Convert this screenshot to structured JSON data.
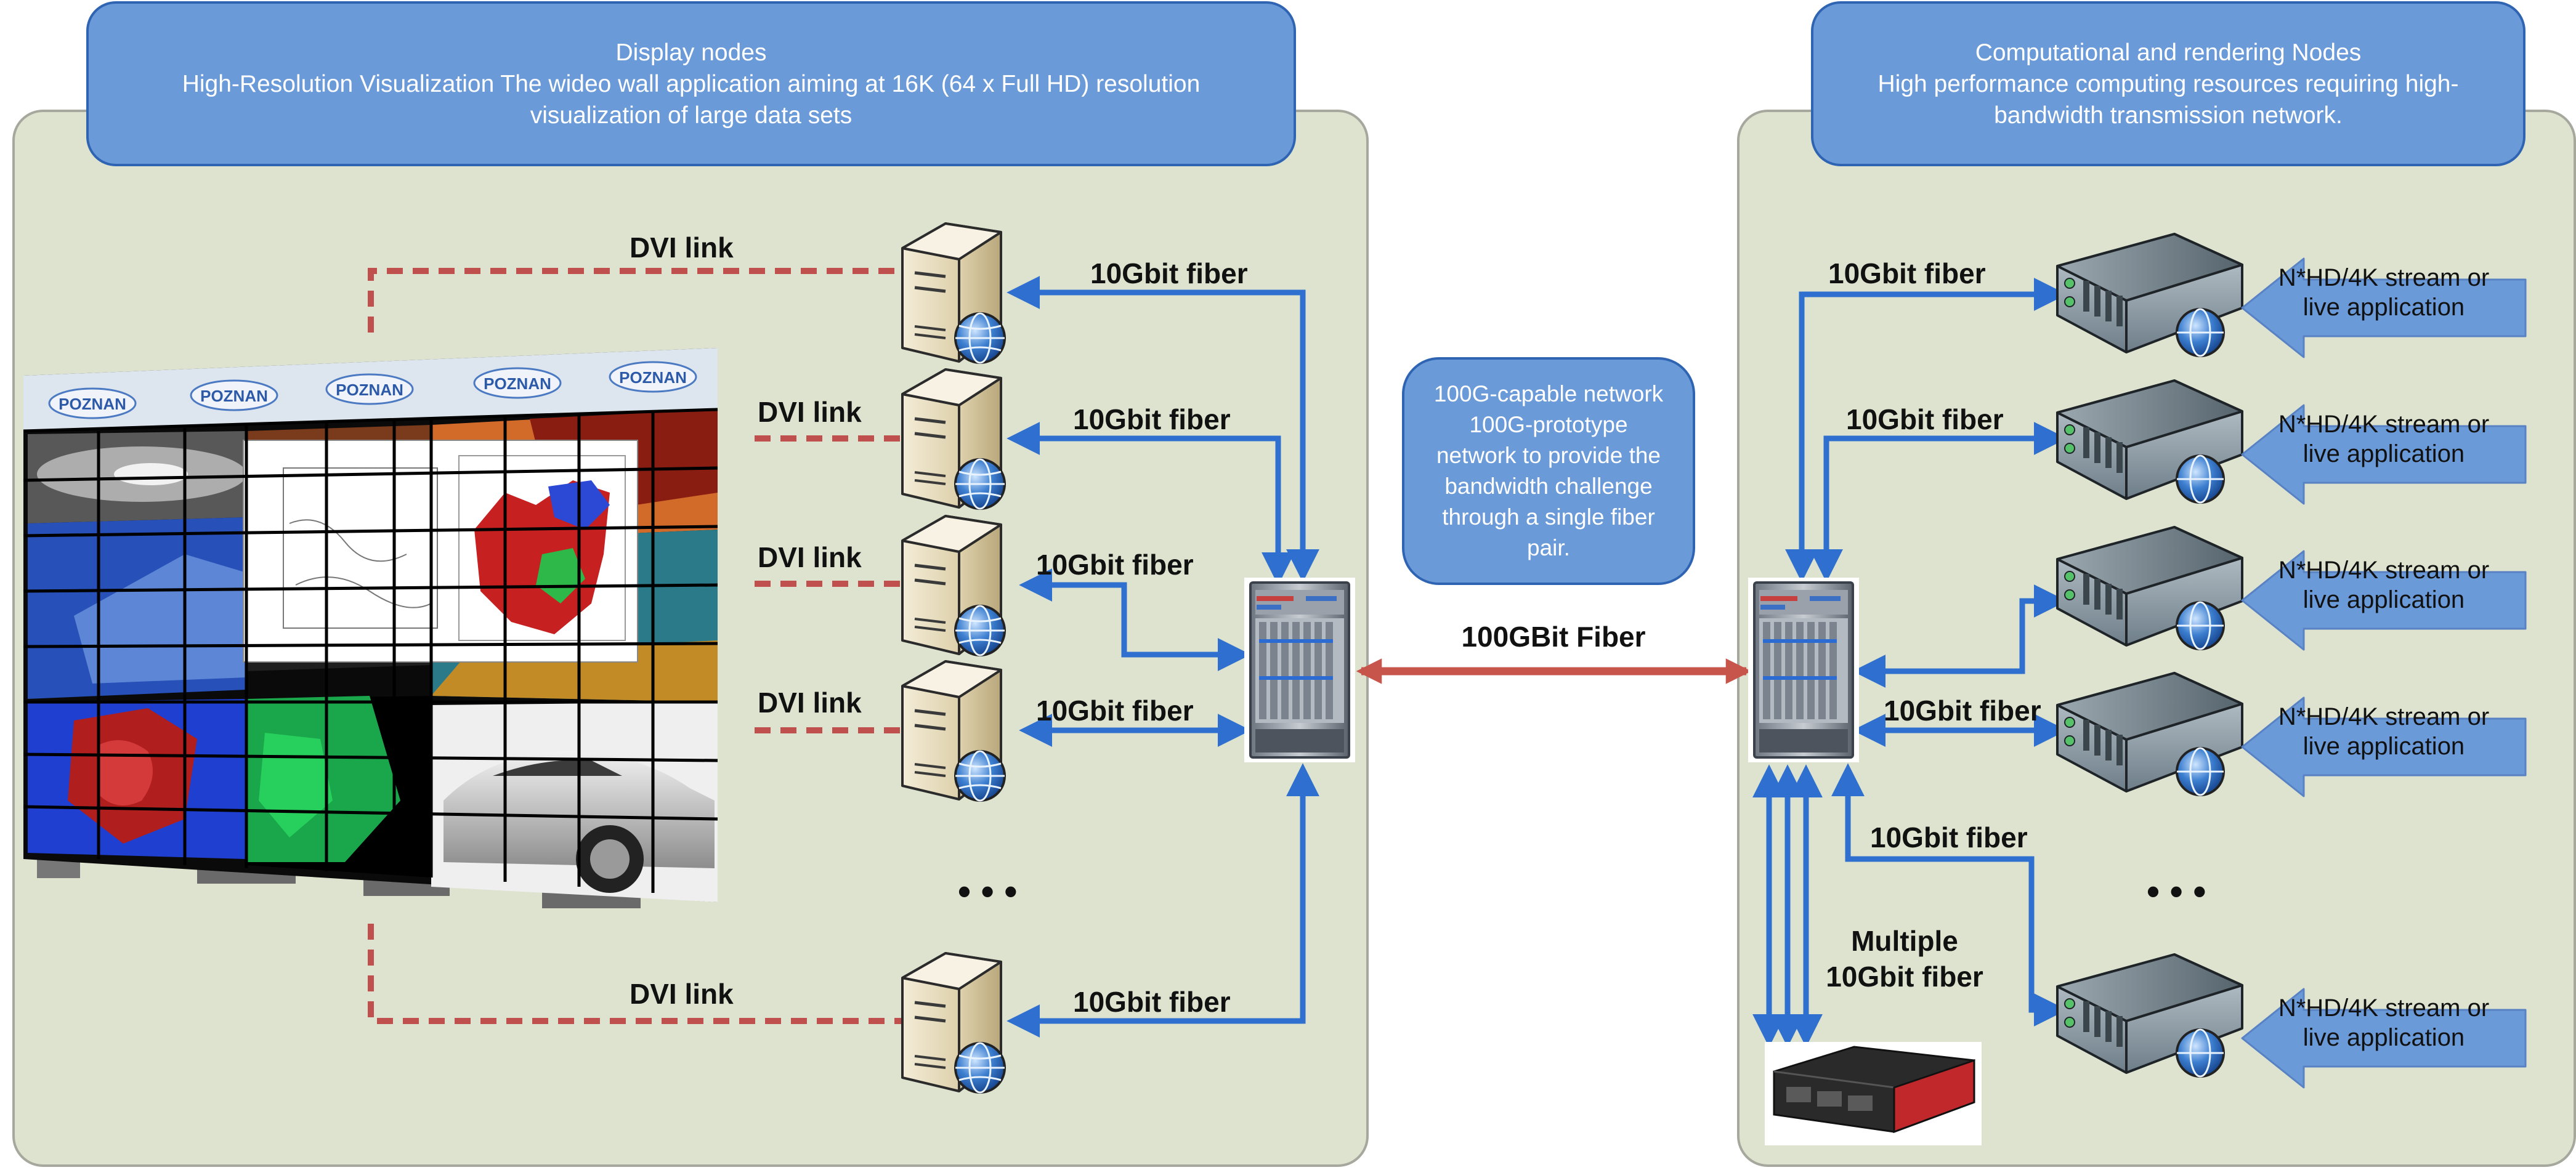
{
  "display_header": {
    "title": "Display nodes",
    "line2": "High-Resolution Visualization The wideo wall application aiming at 16K (64 x Full HD) resolution",
    "line3": "visualization of large data sets"
  },
  "compute_header": {
    "title": "Computational and rendering Nodes",
    "line2": "High performance computing resources  requiring  high-",
    "line3": "bandwidth transmission network."
  },
  "network_box": {
    "lines": [
      "100G-capable network",
      "100G-prototype",
      "network to provide the",
      "bandwidth challenge",
      "through a single fiber",
      "pair."
    ]
  },
  "labels": {
    "dvi_link": "DVI link",
    "fiber_10g": "10Gbit fiber",
    "fiber_100g": "100GBit Fiber",
    "multiple_1": "Multiple",
    "multiple_2": "10Gbit fiber",
    "ellipsis": "• • •"
  },
  "stream_label": {
    "line1": "N*HD/4K stream or",
    "line2": "live application"
  },
  "wall_logo": "POZNAN",
  "colors": {
    "panel_fill": "#dde3ce",
    "header_fill": "#6b9ad9",
    "fiber_blue": "#2f6fcf",
    "dvi_red": "#c0504d",
    "link_100g": "#c8554c"
  }
}
